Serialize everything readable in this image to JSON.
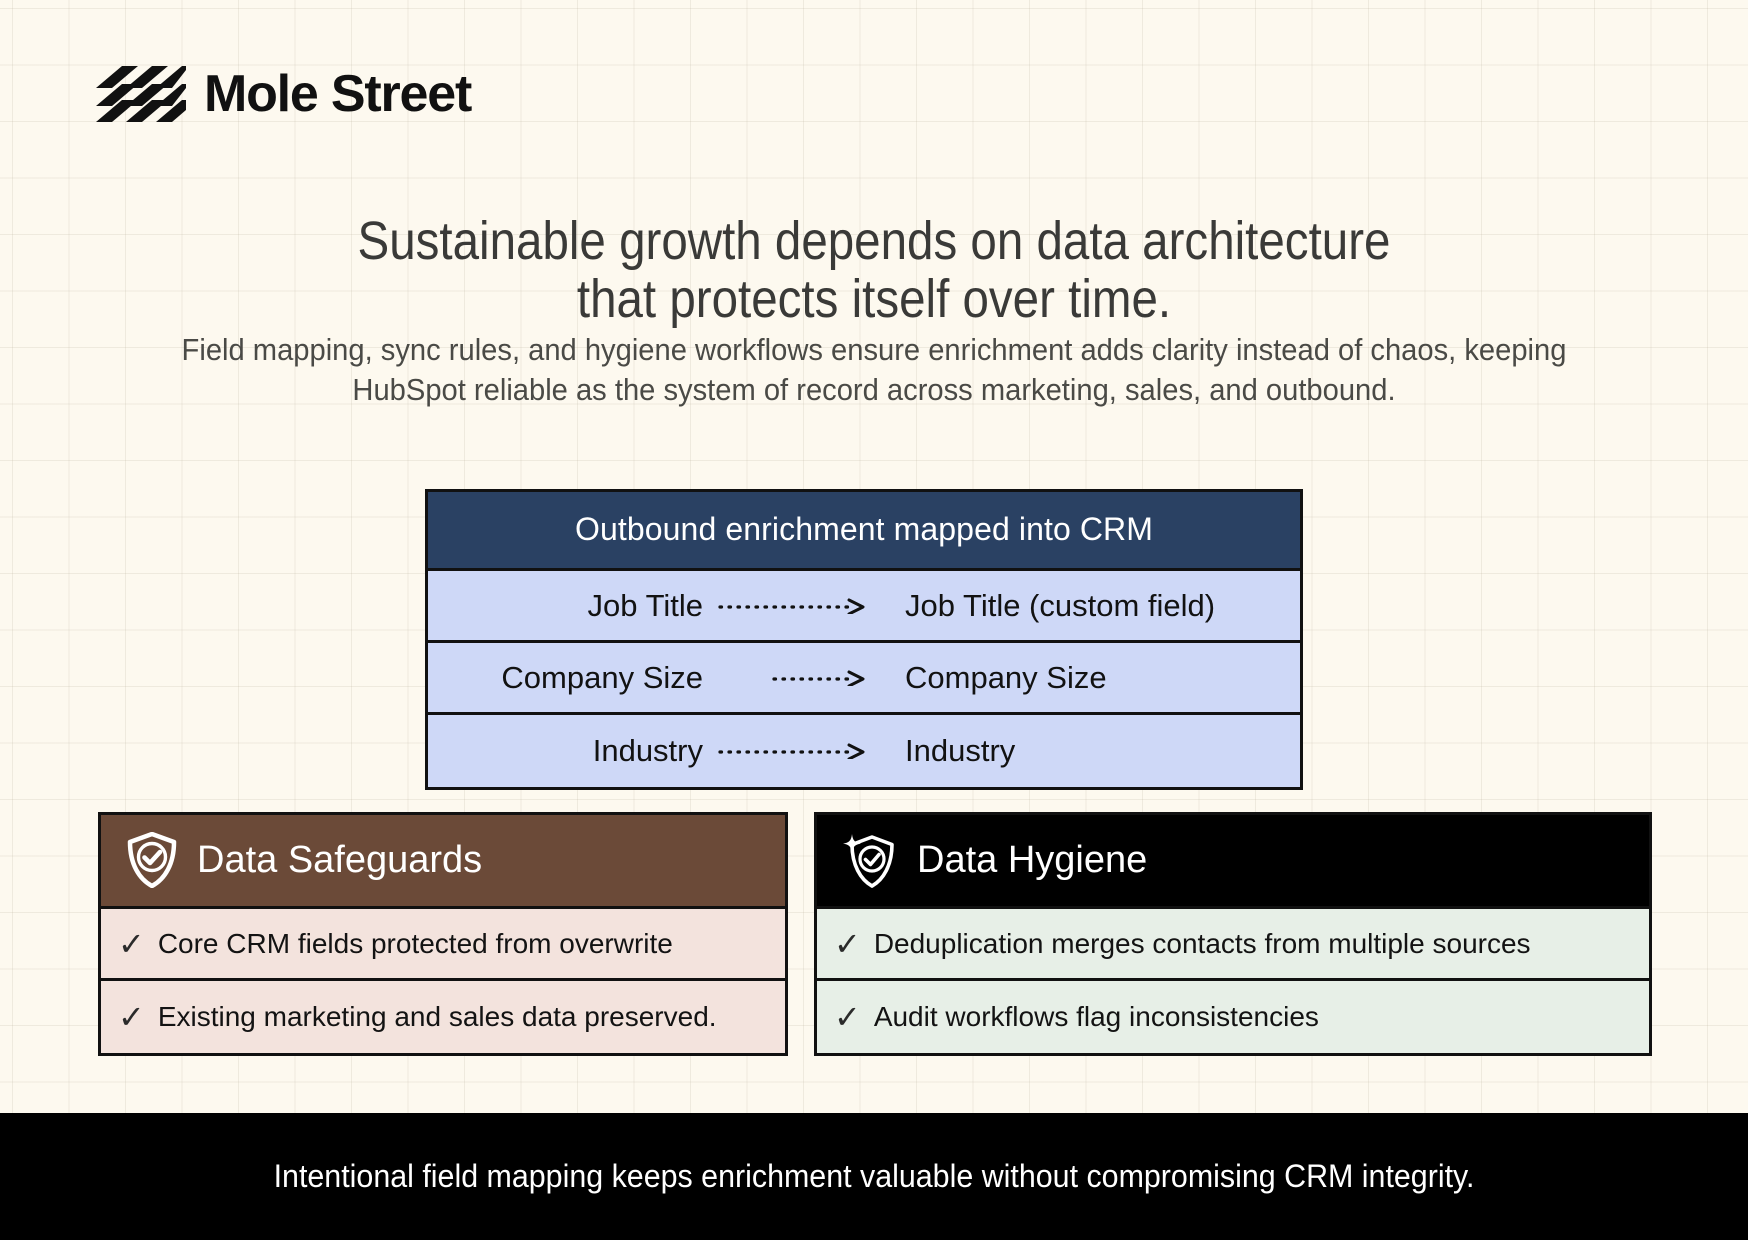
{
  "brand": {
    "name": "Mole Street",
    "logo_icon": "diagonal-stripes-mark",
    "logo_color": "#111111"
  },
  "headline": "Sustainable growth depends on data architecture that protects itself over time.",
  "subhead": "Field mapping, sync rules, and hygiene workflows ensure enrichment adds clarity instead of chaos, keeping HubSpot reliable as the system of record across marketing, sales, and outbound.",
  "mapping_table": {
    "title": "Outbound enrichment mapped into CRM",
    "header_bg": "#2A4163",
    "row_bg": "#CED8F7",
    "arrow_glyph": "dotted-arrow-right",
    "rows": [
      {
        "source": "Job Title",
        "target": "Job Title (custom field)",
        "arrow_length": "long"
      },
      {
        "source": "Company Size",
        "target": "Company Size",
        "arrow_length": "short"
      },
      {
        "source": "Industry",
        "target": "Industry",
        "arrow_length": "long"
      }
    ]
  },
  "cards": [
    {
      "title": "Data Safeguards",
      "icon": "shield-check-filled-icon",
      "header_bg": "#6B4A38",
      "row_bg": "#F3E3DD",
      "items": [
        {
          "check": "✓",
          "text": "Core CRM fields protected from overwrite"
        },
        {
          "check": "✓",
          "text": "Existing marketing and sales data preserved."
        }
      ]
    },
    {
      "title": "Data Hygiene",
      "icon": "shield-sparkle-check-outline-icon",
      "header_bg": "#000000",
      "row_bg": "#E7EFE7",
      "items": [
        {
          "check": "✓",
          "text": "Deduplication merges contacts from multiple sources"
        },
        {
          "check": "✓",
          "text": "Audit workflows flag inconsistencies"
        }
      ]
    }
  ],
  "footer": {
    "text": "Intentional field mapping keeps enrichment valuable without compromising CRM integrity.",
    "bg": "#000000"
  }
}
